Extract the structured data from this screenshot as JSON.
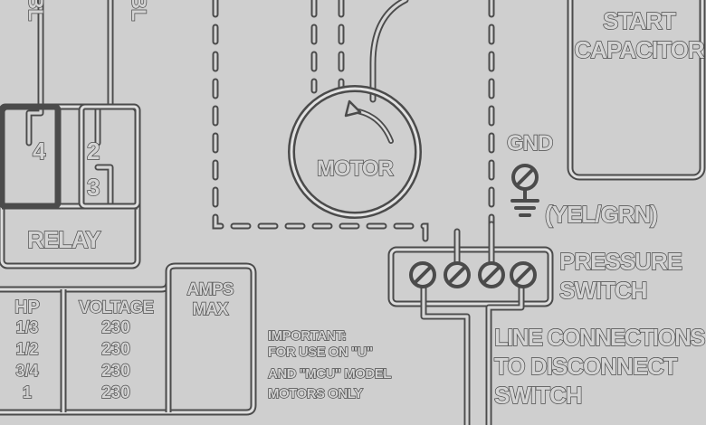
{
  "labels": {
    "start_capacitor_line1": "START",
    "start_capacitor_line2": "CAPACITOR",
    "motor": "MOTOR",
    "gnd": "GND",
    "yel_grn": "(YEL/GRN)",
    "relay": "RELAY",
    "pressure_switch_line1": "PRESSURE",
    "pressure_switch_line2": "SWITCH",
    "line_connections_line1": "LINE CONNECTIONS",
    "line_connections_line2": "TO DISCONNECT",
    "line_connections_line3": "SWITCH",
    "important_line1": "IMPORTANT:",
    "important_line2": "FOR USE ON \"U\"",
    "important_line3": "AND \"MCU\" MODEL",
    "important_line4": "MOTORS ONLY",
    "terminal_4": "4",
    "terminal_2": "2",
    "terminal_3": "3",
    "top_left_1": "BL",
    "top_left_2": "BL"
  },
  "spec_table": {
    "headers": {
      "hp": "HP",
      "voltage": "VOLTAGE",
      "amps_line1": "AMPS",
      "amps_line2": "MAX"
    },
    "rows": [
      {
        "hp": "1/3",
        "voltage": "230"
      },
      {
        "hp": "1/2",
        "voltage": "230"
      },
      {
        "hp": "3/4",
        "voltage": "230"
      },
      {
        "hp": "1",
        "voltage": "230"
      }
    ]
  }
}
